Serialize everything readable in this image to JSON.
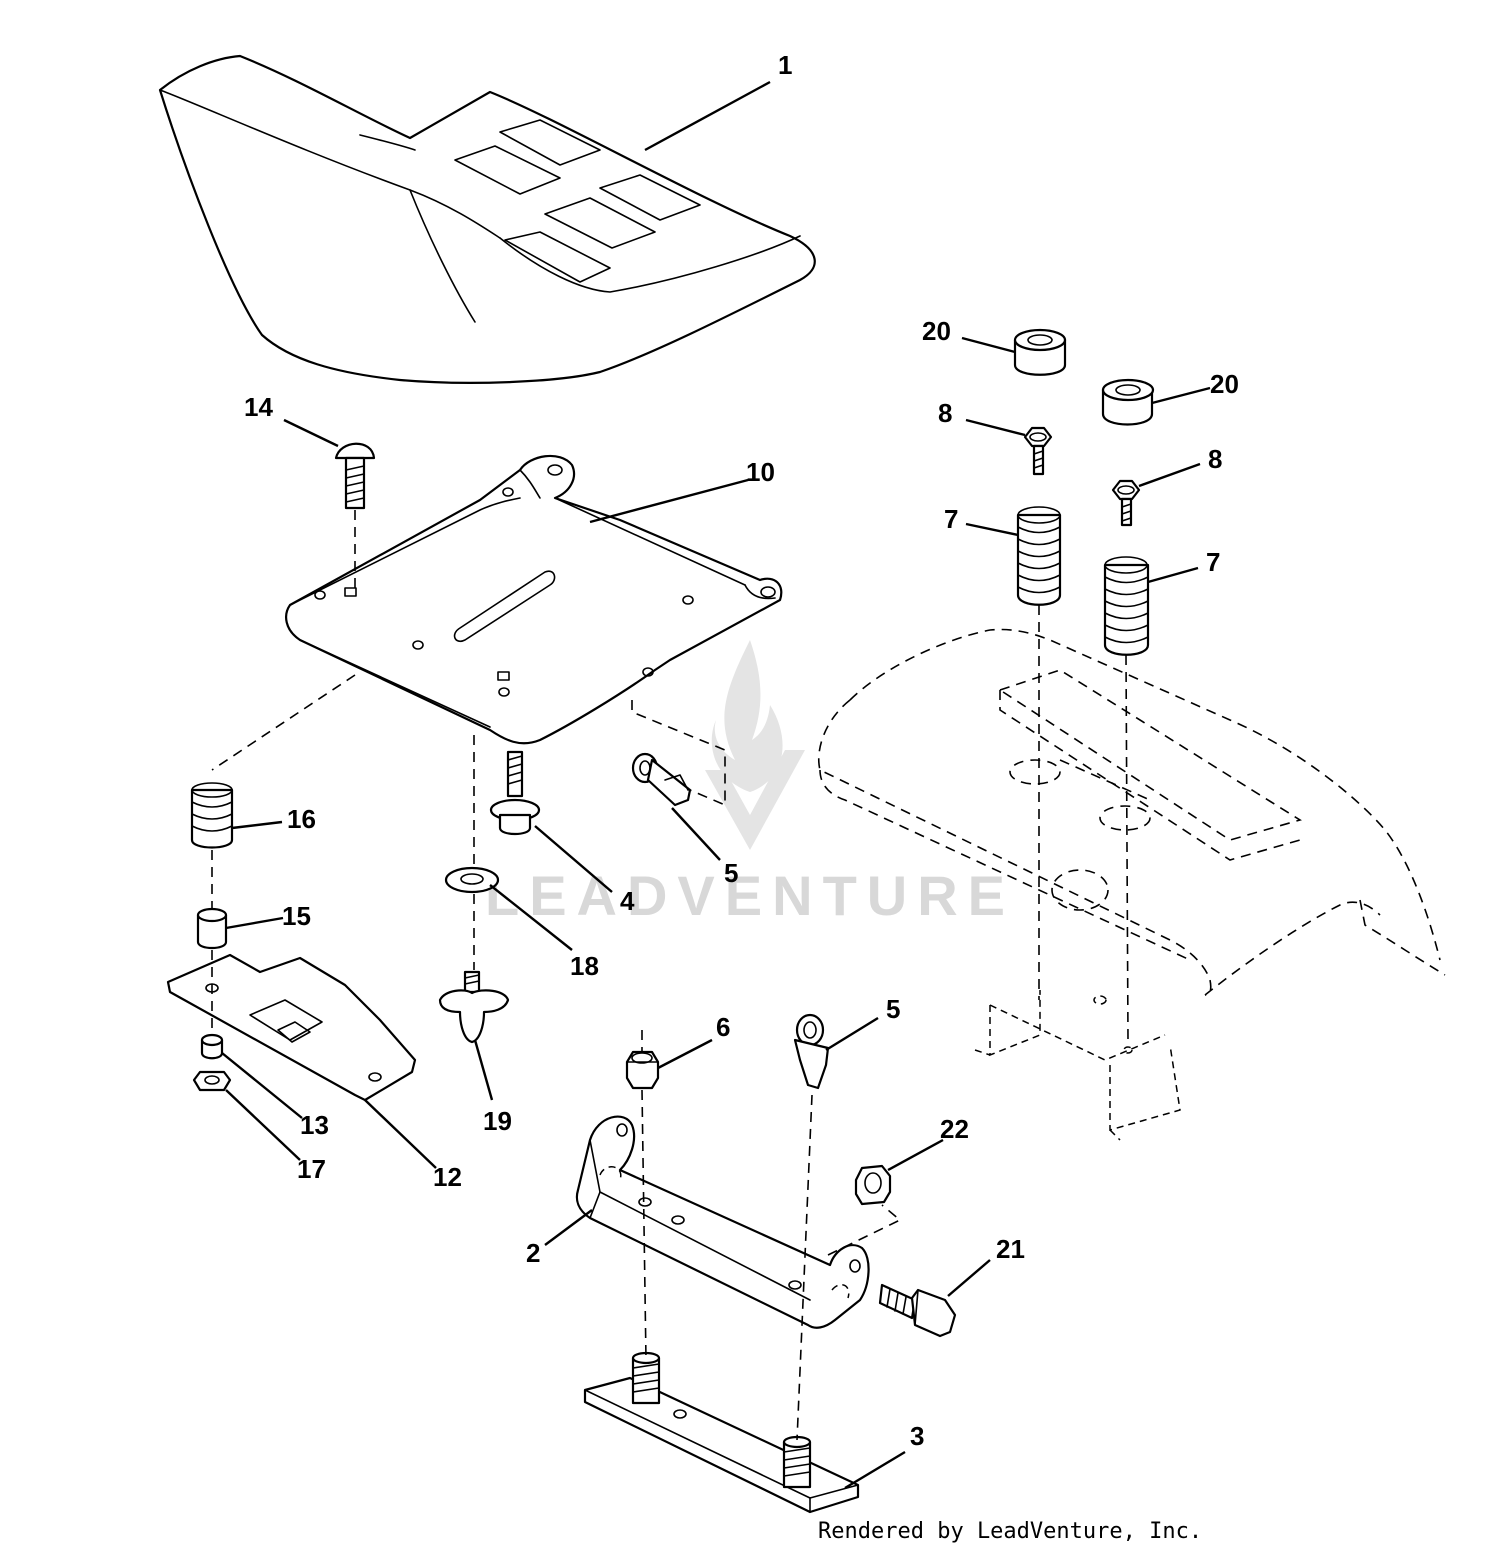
{
  "watermark": {
    "text": "LEADVENTURE",
    "color": "#d8d8d8"
  },
  "credit": "Rendered by LeadVenture, Inc.",
  "callouts": [
    {
      "part": "seat",
      "label": "1"
    },
    {
      "part": "seat-bracket",
      "label": "2"
    },
    {
      "part": "base-plate",
      "label": "3"
    },
    {
      "part": "screw-4",
      "label": "4"
    },
    {
      "part": "clip-upper",
      "label": "5"
    },
    {
      "part": "clip-lower",
      "label": "5"
    },
    {
      "part": "locknut-6",
      "label": "6"
    },
    {
      "part": "spring-left",
      "label": "7"
    },
    {
      "part": "spring-right",
      "label": "7"
    },
    {
      "part": "screw-8-left",
      "label": "8"
    },
    {
      "part": "screw-8-right",
      "label": "8"
    },
    {
      "part": "seat-pan",
      "label": "10"
    },
    {
      "part": "slide-plate",
      "label": "12"
    },
    {
      "part": "nut-13",
      "label": "13"
    },
    {
      "part": "carriage-bolt",
      "label": "14"
    },
    {
      "part": "spacer-15",
      "label": "15"
    },
    {
      "part": "spring-16",
      "label": "16"
    },
    {
      "part": "nut-17",
      "label": "17"
    },
    {
      "part": "washer-18",
      "label": "18"
    },
    {
      "part": "knob-19",
      "label": "19"
    },
    {
      "part": "bumper-left",
      "label": "20"
    },
    {
      "part": "bumper-right",
      "label": "20"
    },
    {
      "part": "shoulder-bolt",
      "label": "21"
    },
    {
      "part": "nut-22",
      "label": "22"
    }
  ]
}
